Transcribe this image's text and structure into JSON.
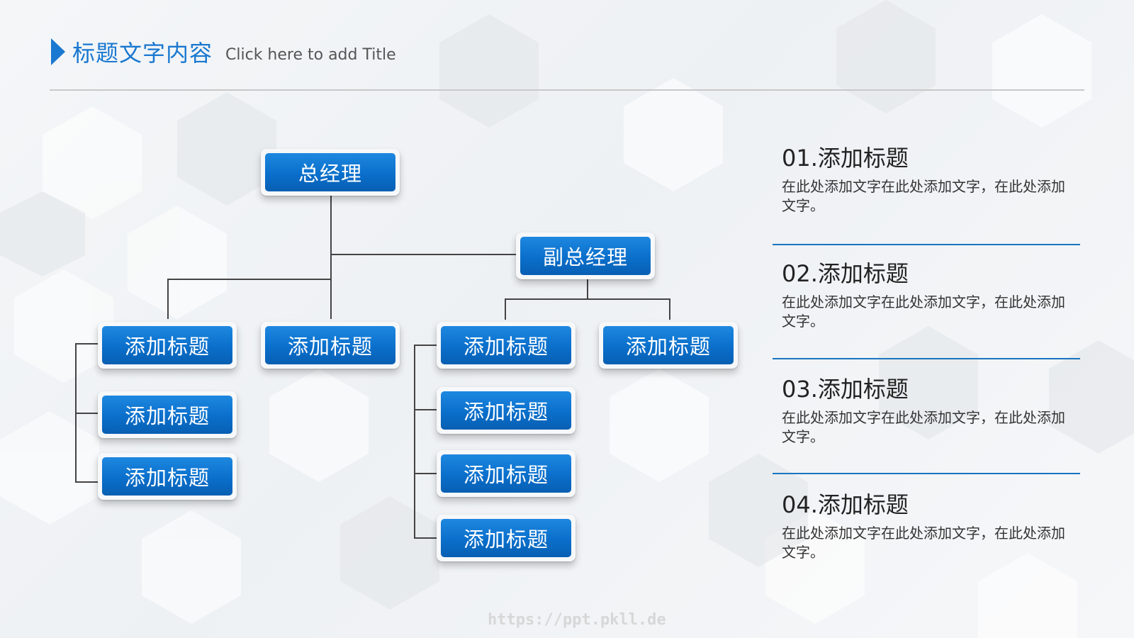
{
  "header": {
    "title_cn": "标题文字内容",
    "title_en": "Click here to add Title"
  },
  "org_chart": {
    "root": "总经理",
    "deputy": "副总经理",
    "branch_a": {
      "head": "添加标题",
      "children": [
        "添加标题",
        "添加标题"
      ]
    },
    "branch_b": "添加标题",
    "branch_c": {
      "head": "添加标题",
      "children": [
        "添加标题",
        "添加标题",
        "添加标题"
      ]
    },
    "branch_d": "添加标题"
  },
  "panel": {
    "items": [
      {
        "title": "01.添加标题",
        "desc": "在此处添加文字在此处添加文字，在此处添加文字。"
      },
      {
        "title": "02.添加标题",
        "desc": "在此处添加文字在此处添加文字，在此处添加文字。"
      },
      {
        "title": "03.添加标题",
        "desc": "在此处添加文字在此处添加文字，在此处添加文字。"
      },
      {
        "title": "04.添加标题",
        "desc": "在此处添加文字在此处添加文字，在此处添加文字。"
      }
    ]
  },
  "watermark": "https://ppt.pkll.de",
  "colors": {
    "accent": "#1a78d0",
    "node_blue": "#0a6fcb",
    "separator": "#1a74c0"
  }
}
